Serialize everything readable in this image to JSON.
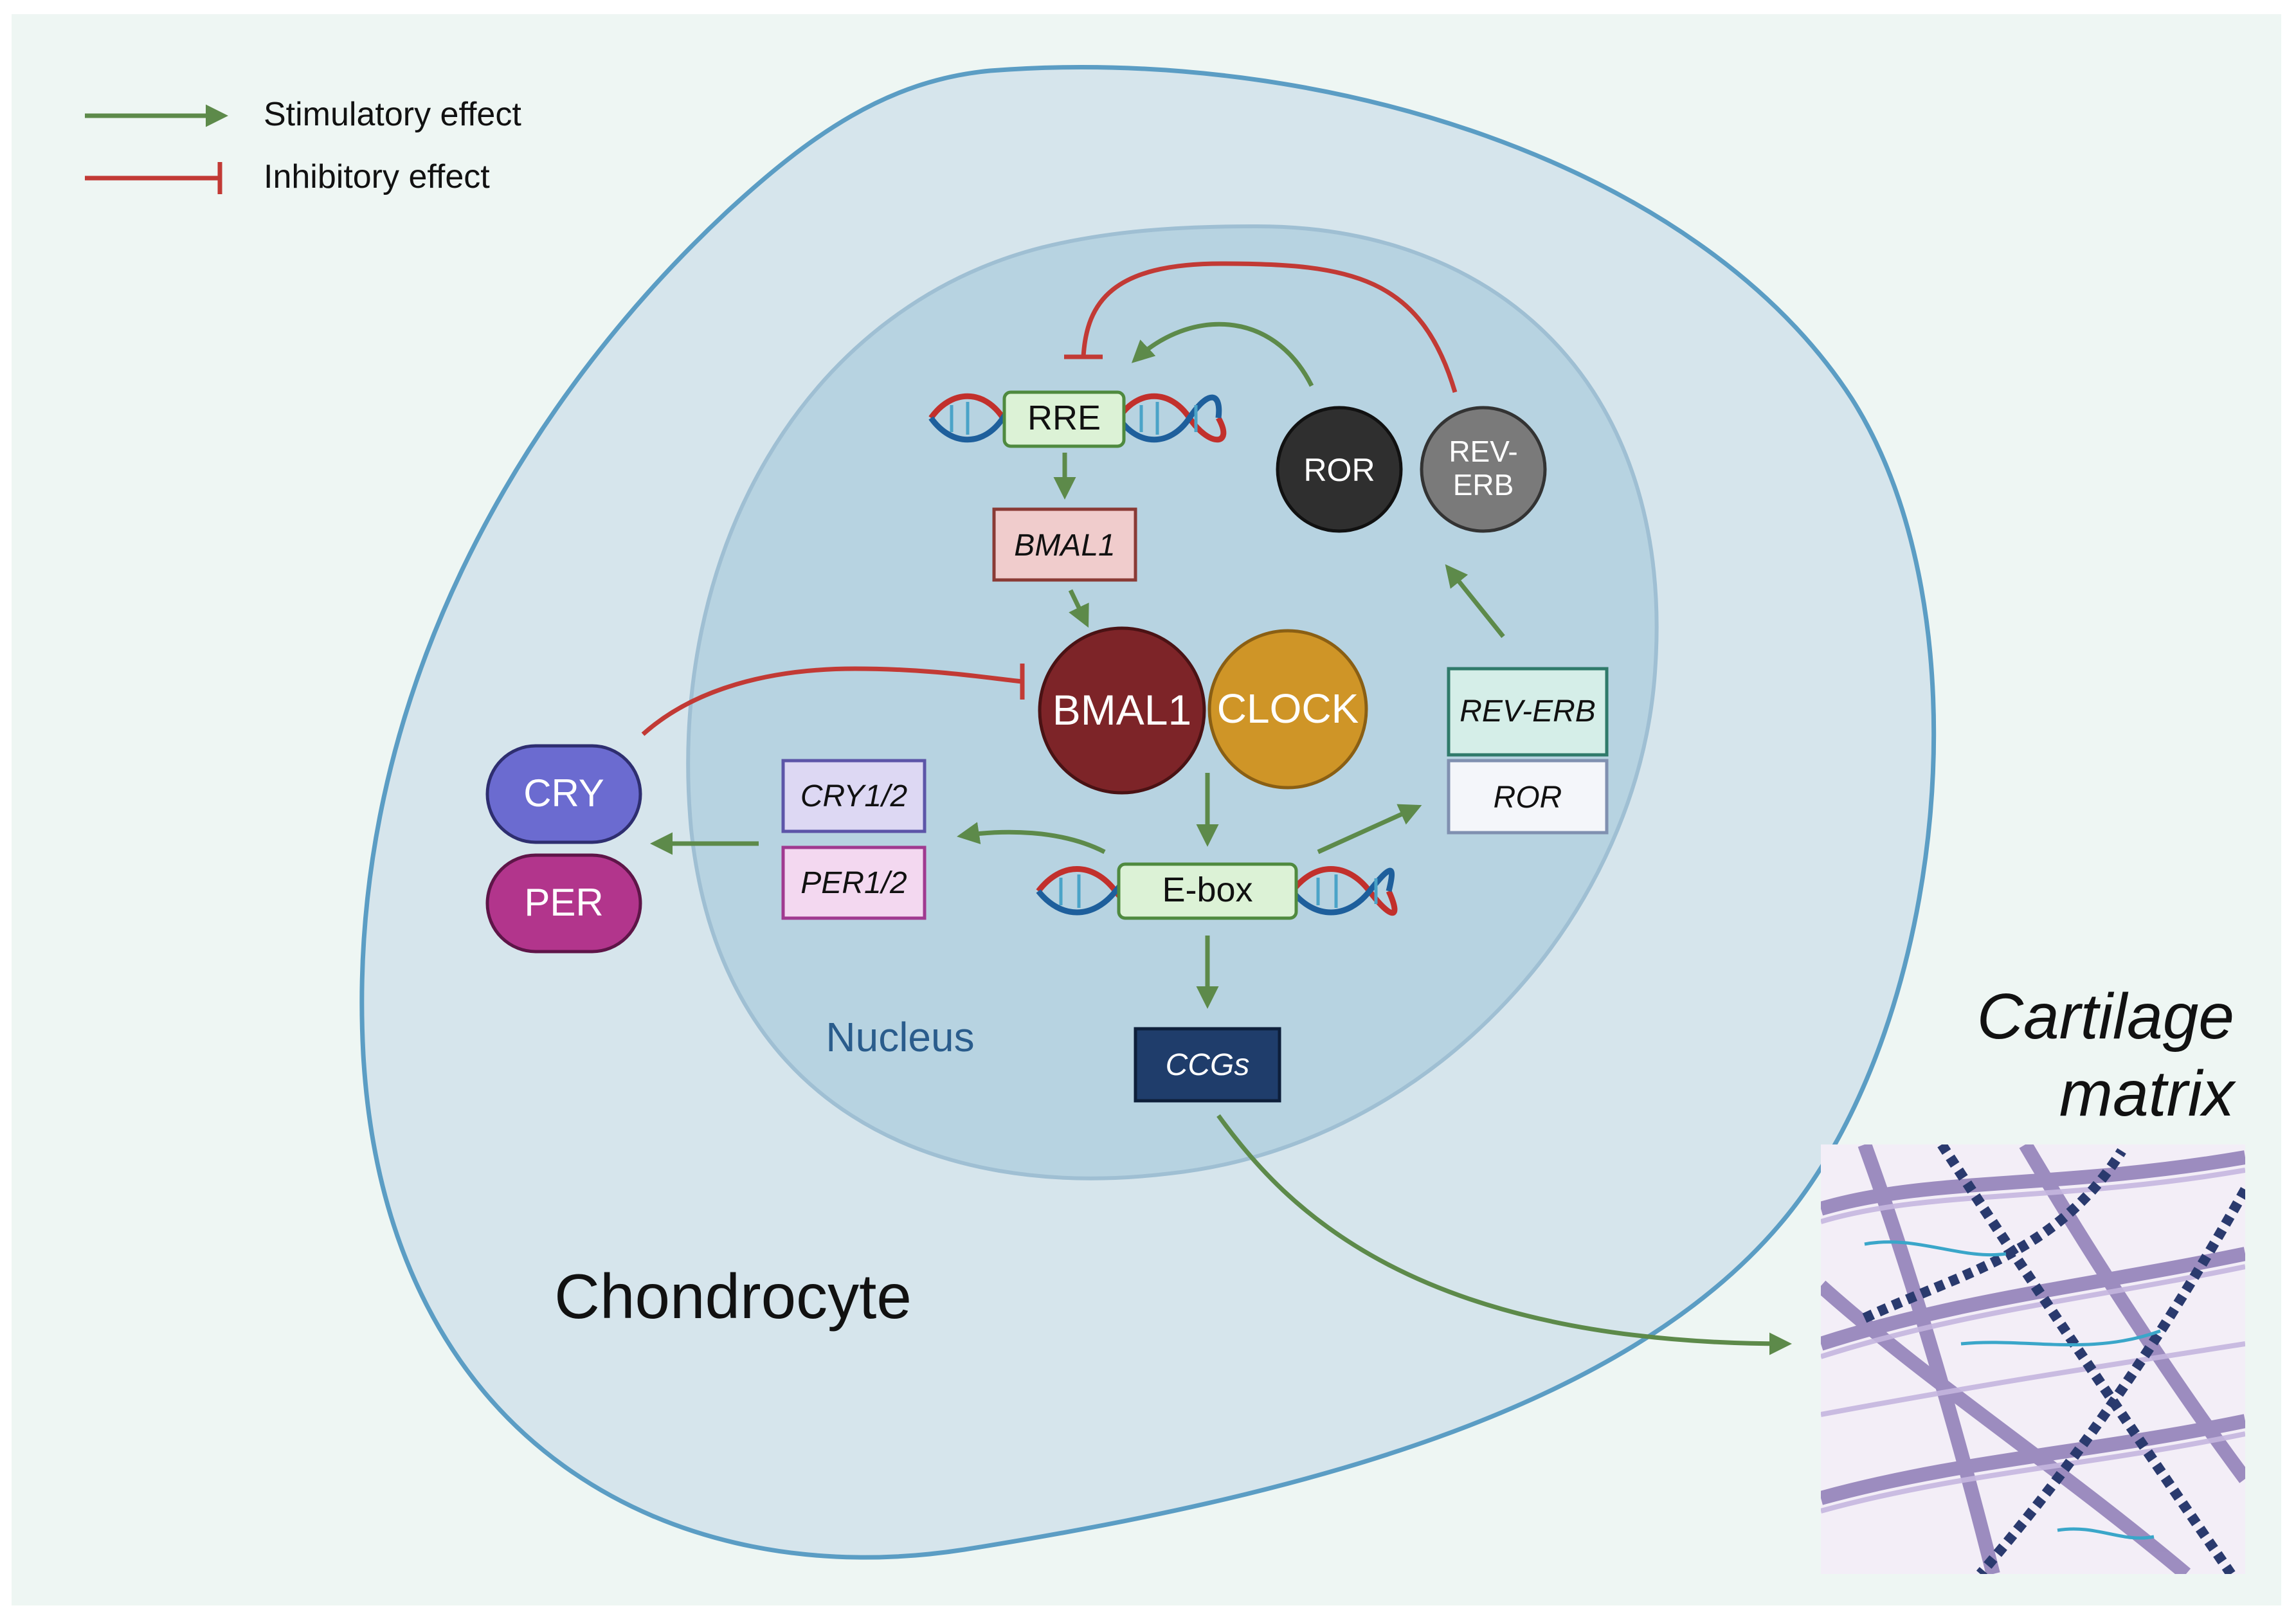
{
  "legend": {
    "stimulatory_label": "Stimulatory effect",
    "inhibitory_label": "Inhibitory effect"
  },
  "labels": {
    "cell": "Chondrocyte",
    "nucleus": "Nucleus",
    "matrix_line1": "Cartilage",
    "matrix_line2": "matrix"
  },
  "dna_boxes": {
    "rre": "RRE",
    "ebox": "E-box"
  },
  "gene_boxes": {
    "bmal1": "BMAL1",
    "cry12": "CRY1/2",
    "per12": "PER1/2",
    "reverb": "REV-ERB",
    "ror": "ROR",
    "ccgs": "CCGs"
  },
  "proteins": {
    "bmal1": "BMAL1",
    "clock": "CLOCK",
    "ror": "ROR",
    "reverb_line1": "REV-",
    "reverb_line2": "ERB",
    "cry": "CRY",
    "per": "PER"
  },
  "colors": {
    "background": "#eef6f3",
    "cell_fill": "#d6e5ec",
    "cell_stroke": "#5b9dc4",
    "nucleus_fill": "#b7d3e1",
    "nucleus_stroke": "#9fbfd3",
    "stimulatory": "#5d8a4a",
    "inhibitory": "#c23a35",
    "bmal1_protein": "#7d2428",
    "clock_protein": "#cf9527",
    "ror_protein": "#2f2f2f",
    "reverb_protein": "#7a7a7a",
    "cry_protein": "#6b6bd0",
    "per_protein": "#b2358c",
    "ccgs_box": "#1f3d6b",
    "nucleus_label": "#2a5c8c"
  }
}
